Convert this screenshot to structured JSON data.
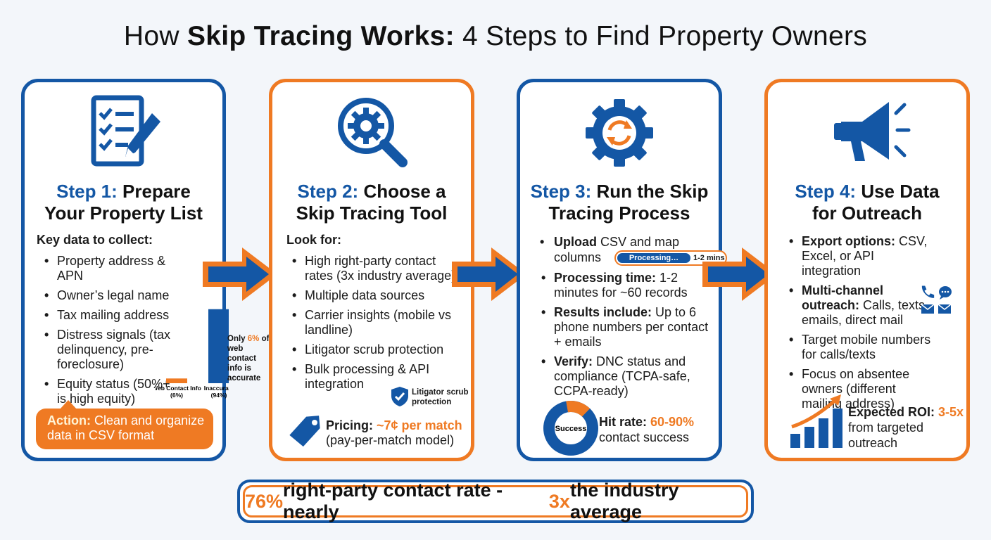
{
  "title": {
    "pre": "How ",
    "bold": "Skip Tracing Works:",
    "post": " 4 Steps to Find Property Owners"
  },
  "step1": {
    "num": "Step 1:",
    "name1": " Prepare",
    "name2": "Your Property List",
    "lead": "Key data to collect:",
    "items": [
      "Property address & APN",
      "Owner’s legal name",
      "Tax mailing address",
      "Distress signals (tax delinquency, pre-foreclosure)",
      "Equity status (50%+ is high equity)"
    ],
    "chart_data": {
      "type": "bar",
      "categories": [
        "Web Contact Info (6%)",
        "Inaccurate (94%)"
      ],
      "values": [
        6,
        94
      ],
      "colors": [
        "#ef7a23",
        "#1457a5"
      ],
      "ylim": [
        0,
        100
      ]
    },
    "note_pre": "Only ",
    "note_pct": "6%",
    "note_post": "of web contact info is accurate",
    "action_label": "Action:",
    "action_text": " Clean and organize data in CSV format"
  },
  "step2": {
    "num": "Step 2:",
    "name1": " Choose a",
    "name2": "Skip Tracing Tool",
    "lead": "Look for:",
    "items": [
      "High right-party contact rates (3x industry average)",
      "Multiple data sources",
      "Carrier insights (mobile vs landline)",
      "Litigator scrub protection",
      "Bulk processing & API integration"
    ],
    "badge": "Litigator scrub protection",
    "pricing_label": "Pricing:",
    "pricing_value": " ~7¢ per match",
    "pricing_note": "(pay-per-match model)"
  },
  "step3": {
    "num": "Step 3:",
    "name1": " Run the Skip",
    "name2": "Tracing Process",
    "upload_bold": "Upload",
    "upload_text": " CSV and map columns",
    "processing_label": "Processing…",
    "processing_time": "1-2 mins",
    "items": [
      {
        "bold": "Processing time:",
        "text": " 1-2 minutes for ~60 records"
      },
      {
        "bold": "Results include:",
        "text": " Up to 6 phone numbers per contact + emails"
      },
      {
        "bold": "Verify:",
        "text": " DNC status and compliance (TCPA-safe, CCPA-ready)"
      }
    ],
    "donut_label": "Success",
    "donut_fraction": 0.15,
    "hit_label": "Hit rate:",
    "hit_value": " 60-90%",
    "hit_note": "contact success"
  },
  "step4": {
    "num": "Step 4:",
    "name1": " Use Data",
    "name2": "for Outreach",
    "items": [
      {
        "bold": "Export options:",
        "text": " CSV, Excel, or API integration"
      },
      {
        "bold": "Multi-channel outreach:",
        "text": " Calls, texts, emails, direct mail"
      },
      {
        "bold": "",
        "text": "Target mobile numbers for calls/texts"
      },
      {
        "bold": "",
        "text": "Focus on absentee owners (different mailing address)"
      }
    ],
    "roi_label": "Expected ROI:",
    "roi_value": " 3-5x",
    "roi_note": "from targeted outreach"
  },
  "banner": {
    "pct": "76%",
    "mid": " right-party contact rate - nearly ",
    "mult": "3x",
    "end": " the industry average"
  },
  "colors": {
    "blue": "#1457a5",
    "orange": "#ef7a23"
  },
  "icons": [
    "checklist-icon",
    "magnifier-gear-icon",
    "gear-sync-icon",
    "megaphone-icon",
    "price-tag-icon",
    "shield-check-icon",
    "phone-icon",
    "chat-icon",
    "mail-icon",
    "growth-chart-icon"
  ]
}
